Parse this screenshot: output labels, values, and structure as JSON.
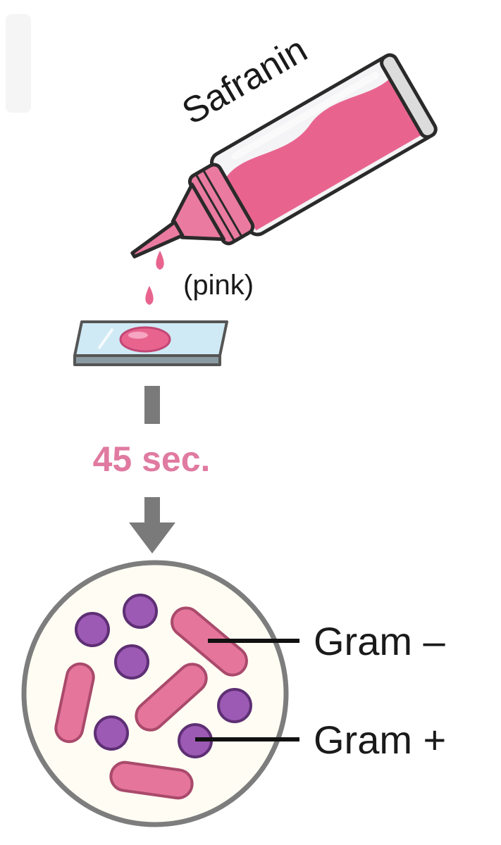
{
  "reagent": {
    "name": "Safranin",
    "color_note": "(pink)"
  },
  "step": {
    "duration": "45 sec."
  },
  "legend": {
    "gram_negative": "Gram –",
    "gram_positive": "Gram +"
  },
  "colors": {
    "safranin_pink": "#e8648f",
    "rod_pink": "#e5759a",
    "coccus_purple": "#9c5ab5",
    "arrow_gray": "#7a7a7a",
    "time_text": "#e07aa0",
    "slide_blue": "#cfeaf5"
  }
}
